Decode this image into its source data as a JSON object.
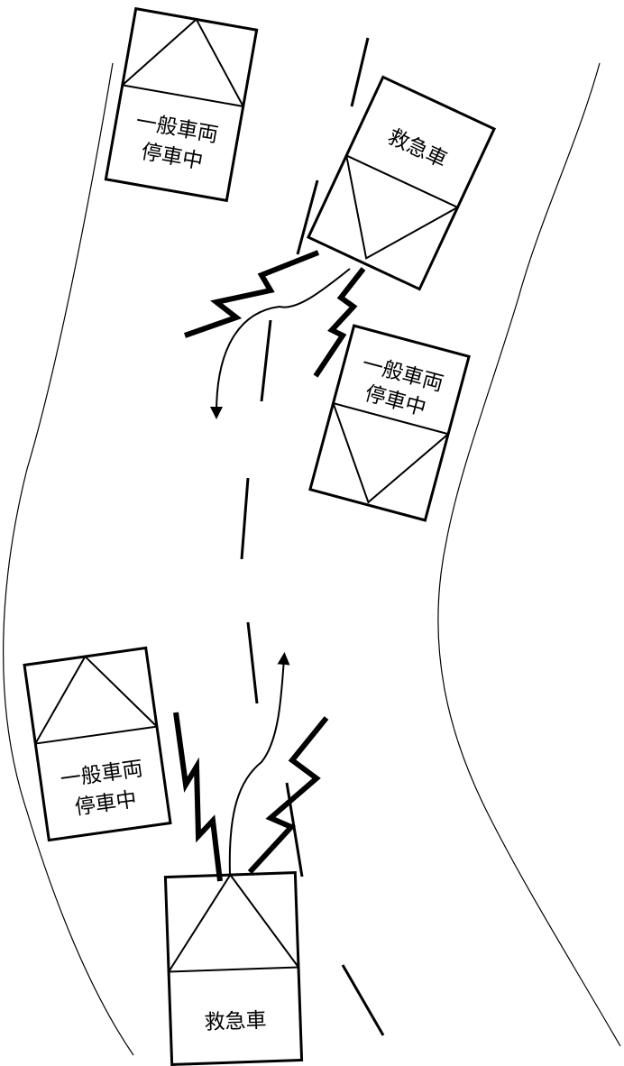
{
  "vehicles": {
    "parked_top_left": {
      "line1": "一般車両",
      "line2": "停車中"
    },
    "ambulance_top": {
      "label": "救急車"
    },
    "parked_mid_right": {
      "line1": "一般車両",
      "line2": "停車中"
    },
    "parked_bottom_left": {
      "line1": "一般車両",
      "line2": "停車中"
    },
    "ambulance_bottom": {
      "label": "救急車"
    }
  }
}
